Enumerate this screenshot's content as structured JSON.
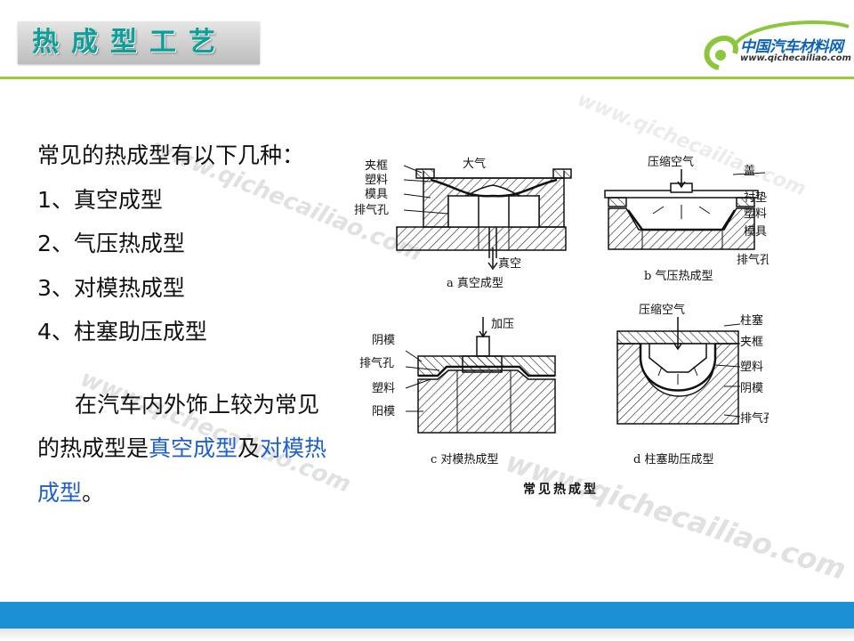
{
  "header": {
    "title": "热成型工艺",
    "logo_name": "中国汽车材料网",
    "logo_url": "www.qichecailiao.com"
  },
  "content": {
    "intro": "常见的热成型有以下几种：",
    "items": [
      "1、真空成型",
      "2、气压热成型",
      "3、对模热成型",
      "4、柱塞助压成型"
    ],
    "para_part1": "在汽车内外饰上较为常见的热成型是",
    "para_hl1": "真空成型",
    "para_mid": "及",
    "para_hl2": "对模热成型",
    "para_end": "。"
  },
  "figure": {
    "a": {
      "labels": [
        "夹框",
        "塑料",
        "模具",
        "排气孔",
        "大气",
        "真空"
      ],
      "caption": "a 真空成型"
    },
    "b": {
      "labels": [
        "压缩空气",
        "盖",
        "衬垫",
        "塑料",
        "模具",
        "排气孔"
      ],
      "caption": "b 气压热成型"
    },
    "c": {
      "labels": [
        "加压",
        "阴模",
        "排气孔",
        "塑料",
        "阳模"
      ],
      "caption": "c 对模热成型"
    },
    "d": {
      "labels": [
        "压缩空气",
        "柱塞",
        "夹框",
        "塑料",
        "阴模",
        "排气孔"
      ],
      "caption": "d 柱塞助压成型"
    },
    "main_caption": "常见热成型"
  },
  "watermark": "www.qichecailiao.com",
  "colors": {
    "accent": "#0aa09a",
    "rule": "#9acb3a",
    "footer": "#1b90d4",
    "highlight": "#1f5fd0"
  }
}
